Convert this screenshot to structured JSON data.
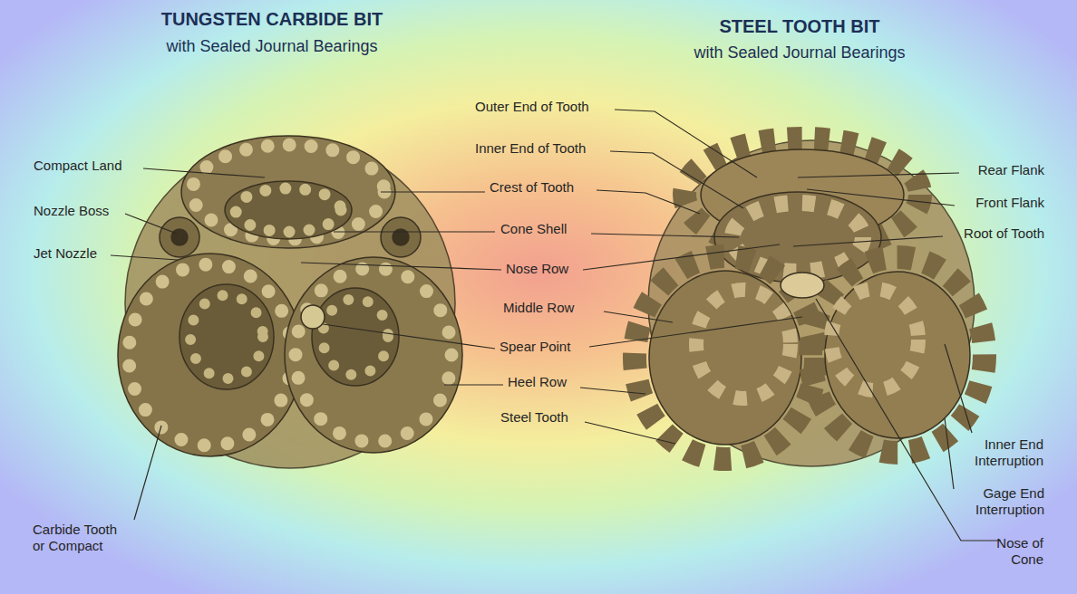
{
  "diagram": {
    "labels": [
      "TUNGSTEN CARBIDE BIT",
      "with Sealed Journal Bearings",
      "STEEL TOOTH BIT",
      "with Sealed Journal Bearings",
      "Compact Land",
      "Nozzle Boss",
      "Jet Nozzle",
      "Outer End of Tooth",
      "Inner End of Tooth",
      "Crest of Tooth",
      "Cone Shell",
      "Nose Row",
      "Middle Row",
      "Spear Point",
      "Heel Row",
      "Steel Tooth",
      "Carbide Tooth or Compact",
      "Rear Flank",
      "Front Flank",
      "Root of Tooth",
      "Inner End Interruption",
      "Gage End Interruption",
      "Nose of Cone"
    ]
  }
}
